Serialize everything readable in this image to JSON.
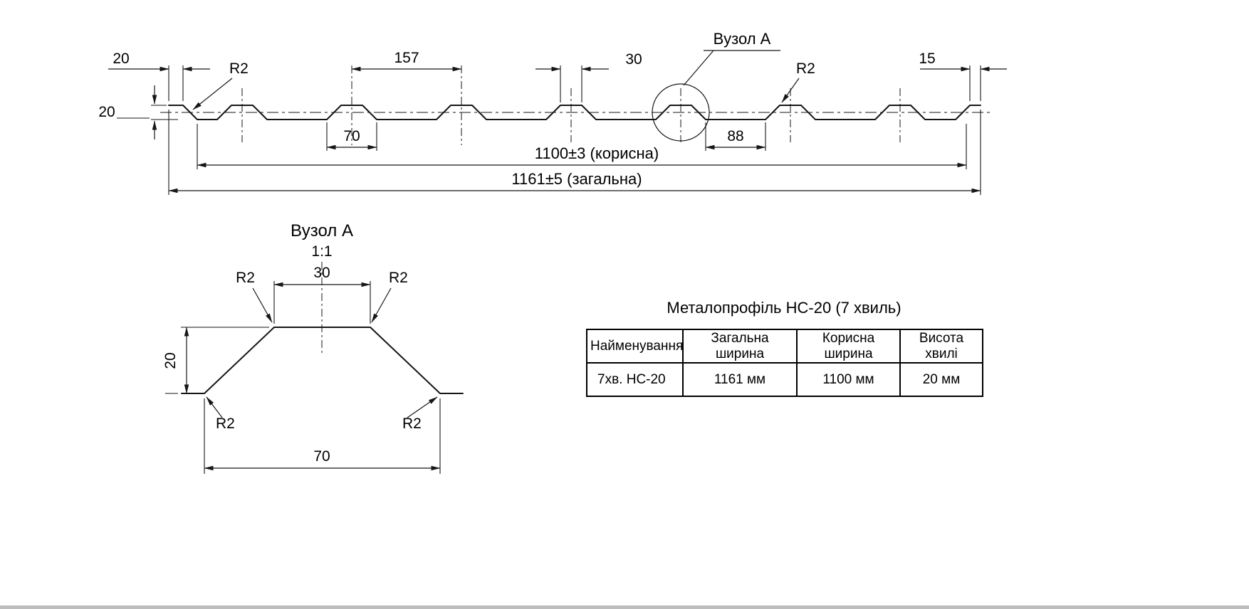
{
  "colors": {
    "line": "#161616",
    "background": "#ffffff"
  },
  "profile_view": {
    "dim_edge_left_width": "20",
    "dim_height_left": "20",
    "r2_left": "R2",
    "dim_pitch": "157",
    "dim_top_width": "30",
    "node_callout": "Вузол А",
    "r2_right": "R2",
    "dim_edge_right_width": "15",
    "dim_bottom_width": "70",
    "dim_gap": "88",
    "dim_useful": "1100±3 (корисна)",
    "dim_total": "1161±5 (загальна)"
  },
  "detail_view": {
    "title": "Вузол А",
    "scale": "1:1",
    "dim_top": "30",
    "r2": "R2",
    "dim_height": "20",
    "dim_bottom": "70"
  },
  "table": {
    "title": "Металопрофіль НС-20 (7 хвиль)",
    "headers": [
      "Найменування",
      "Загальна ширина",
      "Корисна ширина",
      "Висота хвилі"
    ],
    "rows": [
      [
        "7хв. НС-20",
        "1161 мм",
        "1100 мм",
        "20 мм"
      ]
    ]
  }
}
